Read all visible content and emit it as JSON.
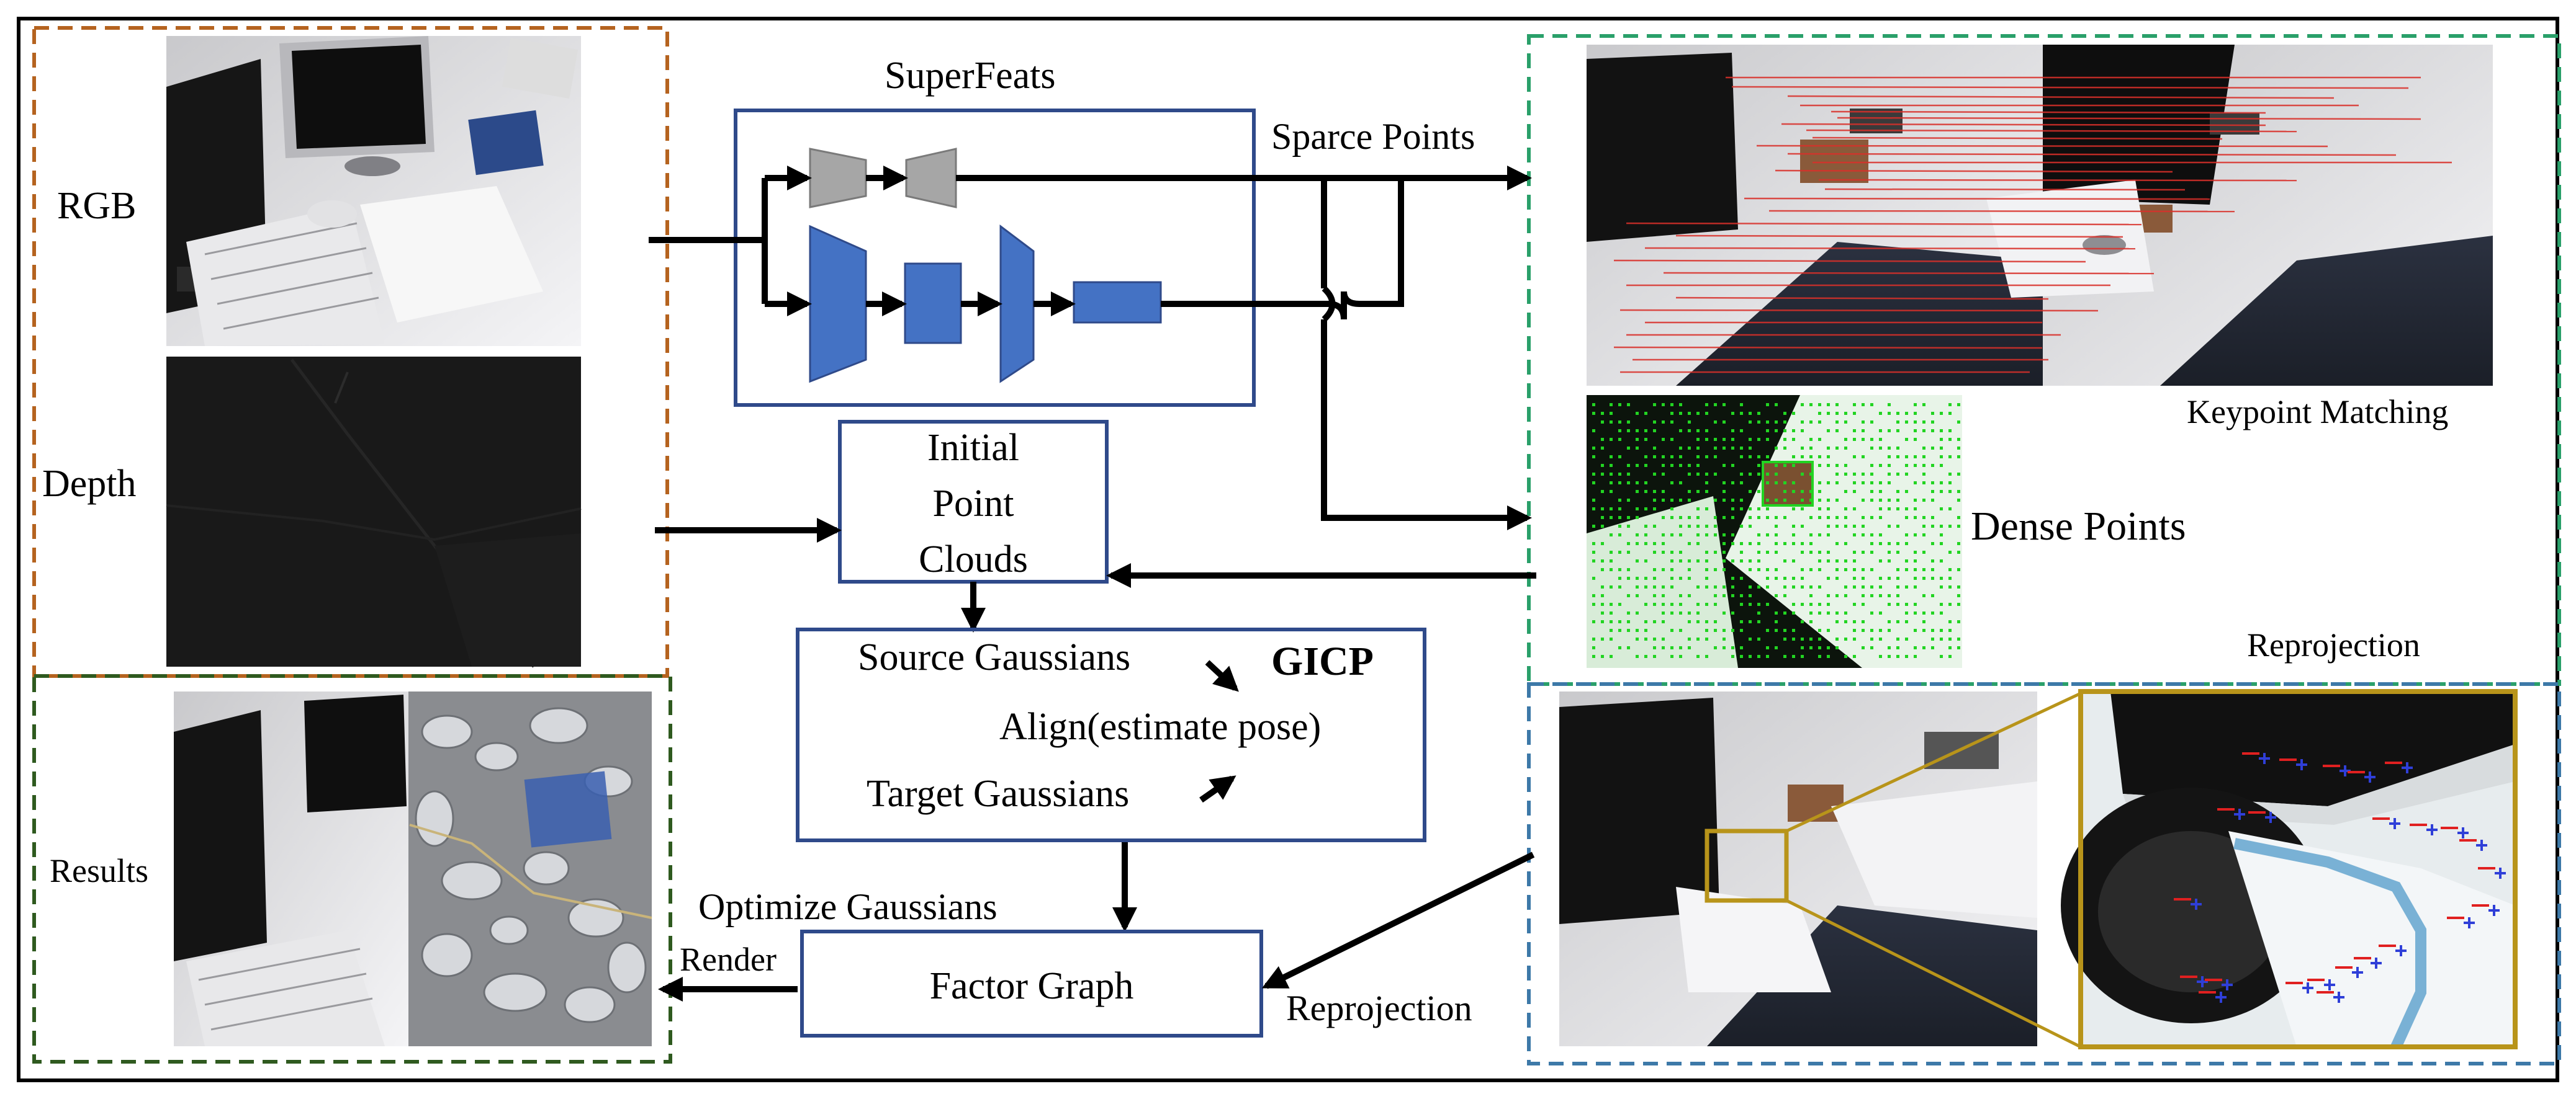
{
  "labels": {
    "rgb": "RGB",
    "depth": "Depth",
    "results": "Results",
    "superfeats": "SuperFeats",
    "sparce_points": "Sparce Points",
    "keypoint_matching": "Keypoint Matching",
    "dense_points": "Dense Points",
    "reprojection_top": "Reprojection",
    "initial_point_clouds_line1": "Initial",
    "initial_point_clouds_line2": "Point",
    "initial_point_clouds_line3": "Clouds",
    "source_gaussians": "Source Gaussians",
    "gicp": "GICP",
    "align": "Align(estimate pose)",
    "target_gaussians": "Target Gaussians",
    "optimize_gaussians": "Optimize Gaussians",
    "factor_graph": "Factor Graph",
    "render": "Render",
    "reprojection_bottom": "Reprojection"
  },
  "colors": {
    "input_frame": "#b5631f",
    "results_frame": "#2f5a1f",
    "matching_frame": "#2aa06a",
    "reprojection_frame": "#3d79a8",
    "module_box": "#2f4a8a",
    "block_fill": "#4472c4",
    "decoder_fill": "#a6a6a6",
    "match_line": "#d9302a",
    "dense_point": "#22d422",
    "zoom_frame": "#b8941a",
    "marker_red": "#e02020",
    "marker_blue": "#2f3fd8"
  }
}
